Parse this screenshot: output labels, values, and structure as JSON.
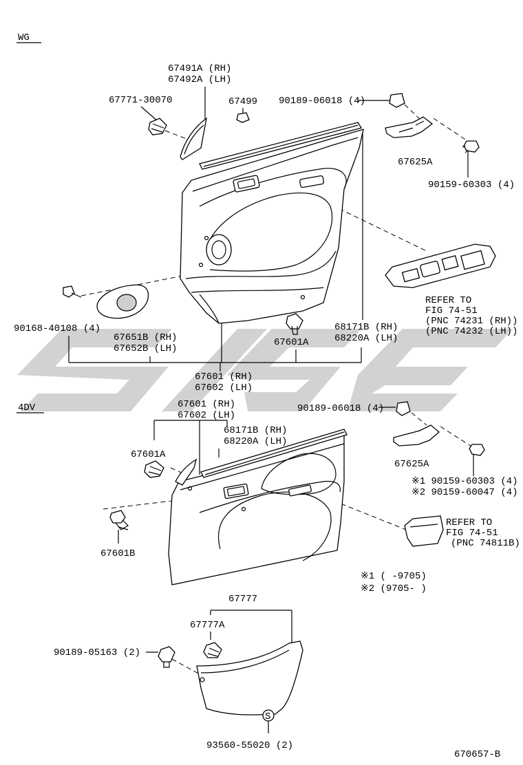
{
  "diagram_code": "670657-B",
  "sections": {
    "wg": "WG",
    "four_dv": "4DV"
  },
  "wg": {
    "labels": {
      "p67491": "67491A (RH)",
      "p67492": "67492A (LH)",
      "p67771": "67771-30070",
      "p67499": "67499",
      "p90189a": "90189-06018 (4)",
      "p67625a": "67625A",
      "p90159": "90159-60303 (4)",
      "refer1": "REFER TO",
      "refer2": "FIG 74-51",
      "refer3": "(PNC 74231 (RH))",
      "refer4": "(PNC 74232 (LH))",
      "p90168": "90168-40108 (4)",
      "p67651": "67651B (RH)",
      "p67652": "67652B (LH)",
      "p67601a": "67601A",
      "p68171": "68171B (RH)",
      "p68220": "68220A (LH)",
      "p67601rh": "67601 (RH)",
      "p67602lh": "67602 (LH)"
    }
  },
  "dv": {
    "labels": {
      "p67601rh": "67601 (RH)",
      "p67602lh": "67602 (LH)",
      "p68171": "68171B (RH)",
      "p68220": "68220A (LH)",
      "p67601a": "67601A",
      "p67601b": "67601B",
      "p90189a": "90189-06018 (4)",
      "p67625a": "67625A",
      "n1": "※1 90159-60303 (4)",
      "n2": "※2 90159-60047 (4)",
      "refer1": "REFER TO",
      "refer2": "FIG 74-51",
      "refer3": "(PNC 74811B)",
      "fn1": "※1  (       -9705)",
      "fn2": "※2  (9705-      )"
    }
  },
  "lower": {
    "labels": {
      "p67777": "67777",
      "p67777a": "67777A",
      "p90189b": "90189-05163 (2)",
      "p93560": "93560-55020 (2)",
      "s_mark": "S"
    }
  },
  "icons": [
    "push-clip-icon",
    "screw-icon",
    "nut-icon",
    "bracket-icon",
    "washer-icon"
  ]
}
